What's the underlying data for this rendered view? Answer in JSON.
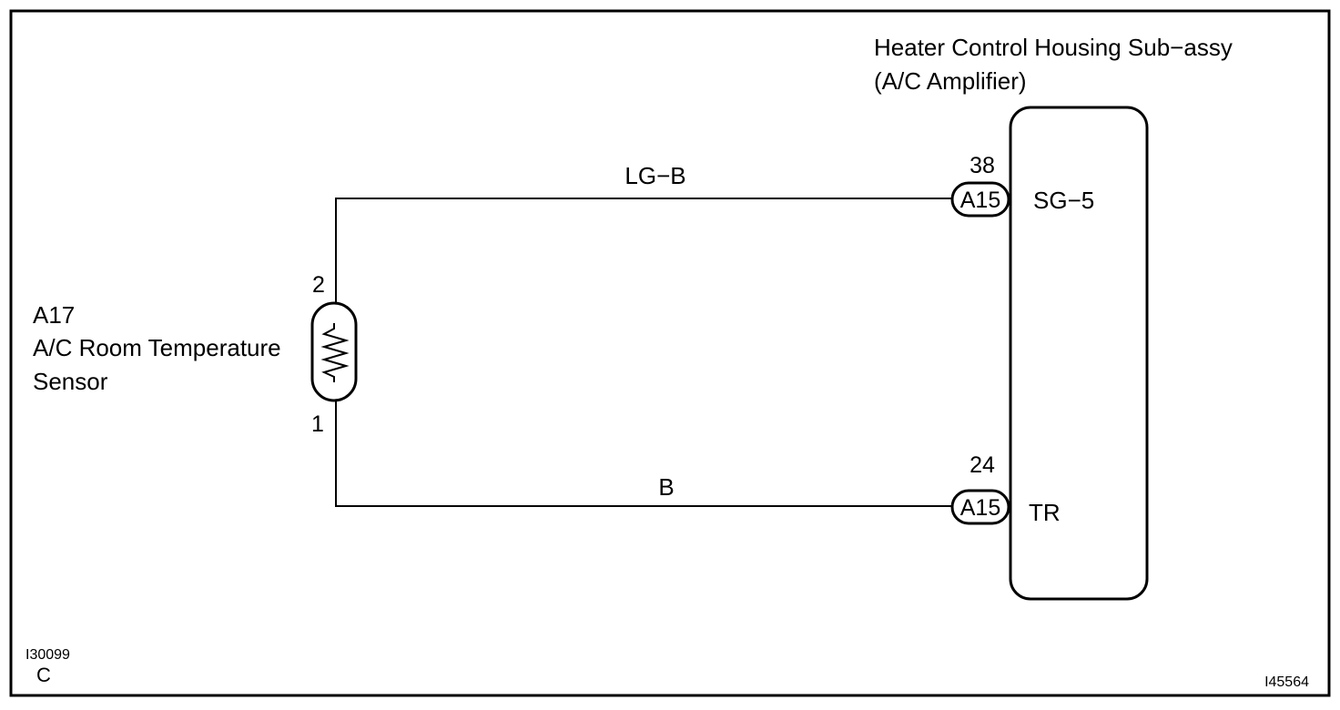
{
  "amplifier": {
    "title_line1": "Heater Control Housing Sub−assy",
    "title_line2": "(A/C Amplifier)",
    "terminals": [
      {
        "pin": "38",
        "connector": "A15",
        "signal": "SG−5"
      },
      {
        "pin": "24",
        "connector": "A15",
        "signal": "TR"
      }
    ]
  },
  "sensor": {
    "code": "A17",
    "name_line1": "A/C Room Temperature",
    "name_line2": "Sensor",
    "pin_top": "2",
    "pin_bottom": "1"
  },
  "wires": {
    "top_color": "LG−B",
    "bottom_color": "B"
  },
  "footer": {
    "code_left": "I30099",
    "letter": "C",
    "code_right": "I45564"
  }
}
